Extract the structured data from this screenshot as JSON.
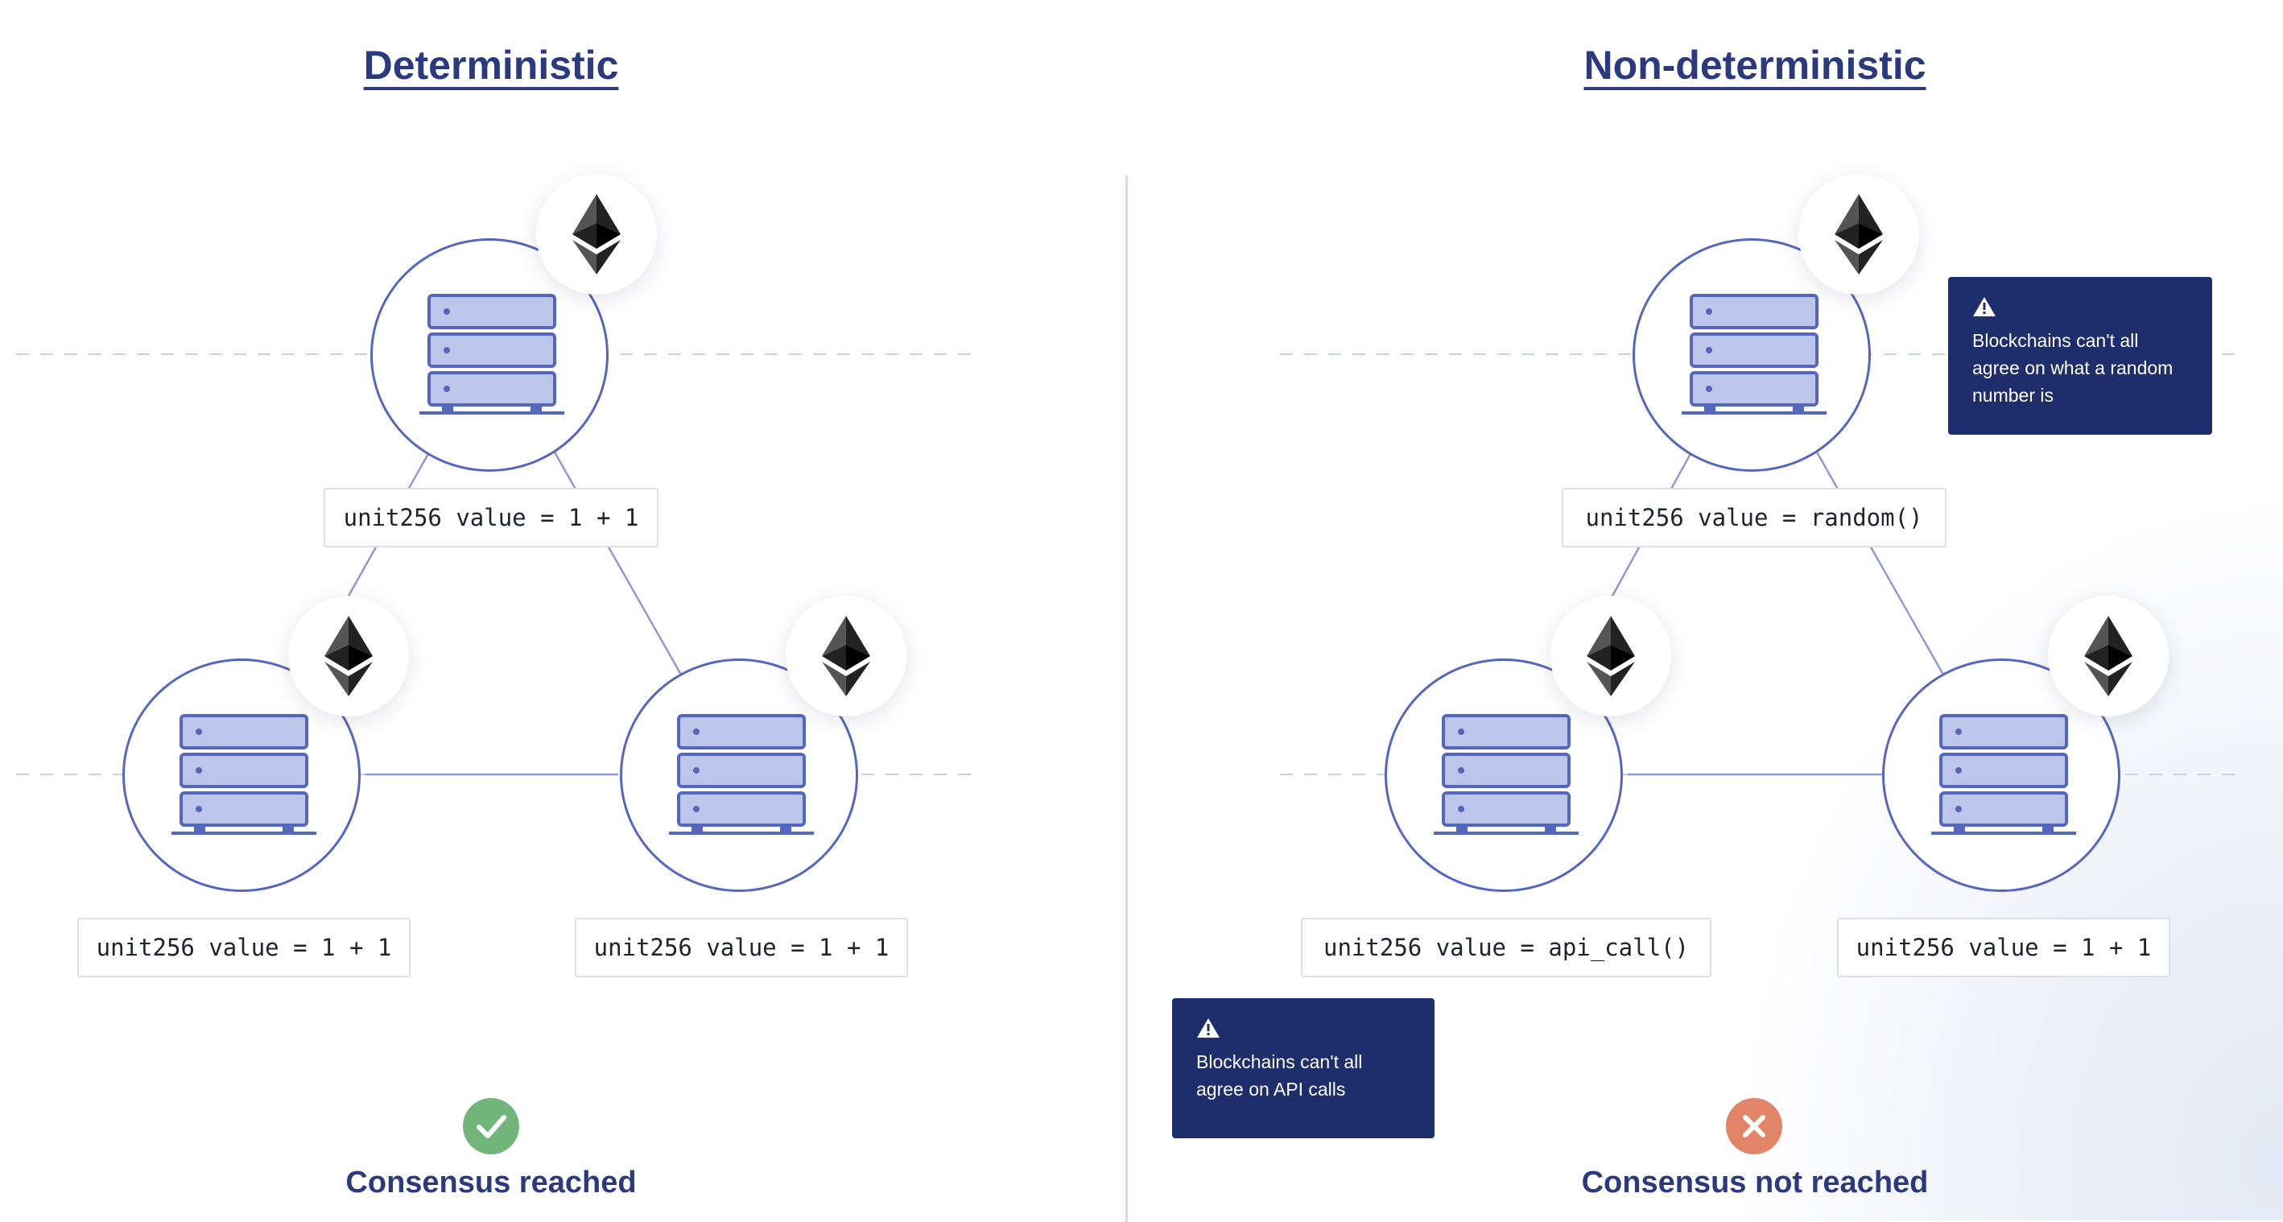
{
  "colors": {
    "title": "#2b3a7e",
    "node_outline": "#5367c0",
    "server": "#bcc6ea",
    "warning_bg": "#1e2d6b",
    "success": "#71b57b",
    "failure": "#e28468"
  },
  "panels": {
    "deterministic": {
      "title": "Deterministic",
      "nodes": [
        {
          "icon": "server-icon",
          "badge": "ethereum-icon",
          "code": "unit256 value = 1 + 1"
        },
        {
          "icon": "server-icon",
          "badge": "ethereum-icon",
          "code": "unit256 value = 1 + 1"
        },
        {
          "icon": "server-icon",
          "badge": "ethereum-icon",
          "code": "unit256 value = 1 + 1"
        }
      ],
      "status": {
        "icon": "check-icon",
        "text": "Consensus reached"
      }
    },
    "non_deterministic": {
      "title": "Non-deterministic",
      "nodes": [
        {
          "icon": "server-icon",
          "badge": "ethereum-icon",
          "code": "unit256 value = random()"
        },
        {
          "icon": "server-icon",
          "badge": "ethereum-icon",
          "code": "unit256 value = api_call()"
        },
        {
          "icon": "server-icon",
          "badge": "ethereum-icon",
          "code": "unit256 value = 1 + 1"
        }
      ],
      "warnings": [
        {
          "icon": "warning-icon",
          "text": "Blockchains can't all agree on what a random number is"
        },
        {
          "icon": "warning-icon",
          "text": "Blockchains can't all agree on API calls"
        }
      ],
      "status": {
        "icon": "close-icon",
        "text": "Consensus not reached"
      }
    }
  }
}
